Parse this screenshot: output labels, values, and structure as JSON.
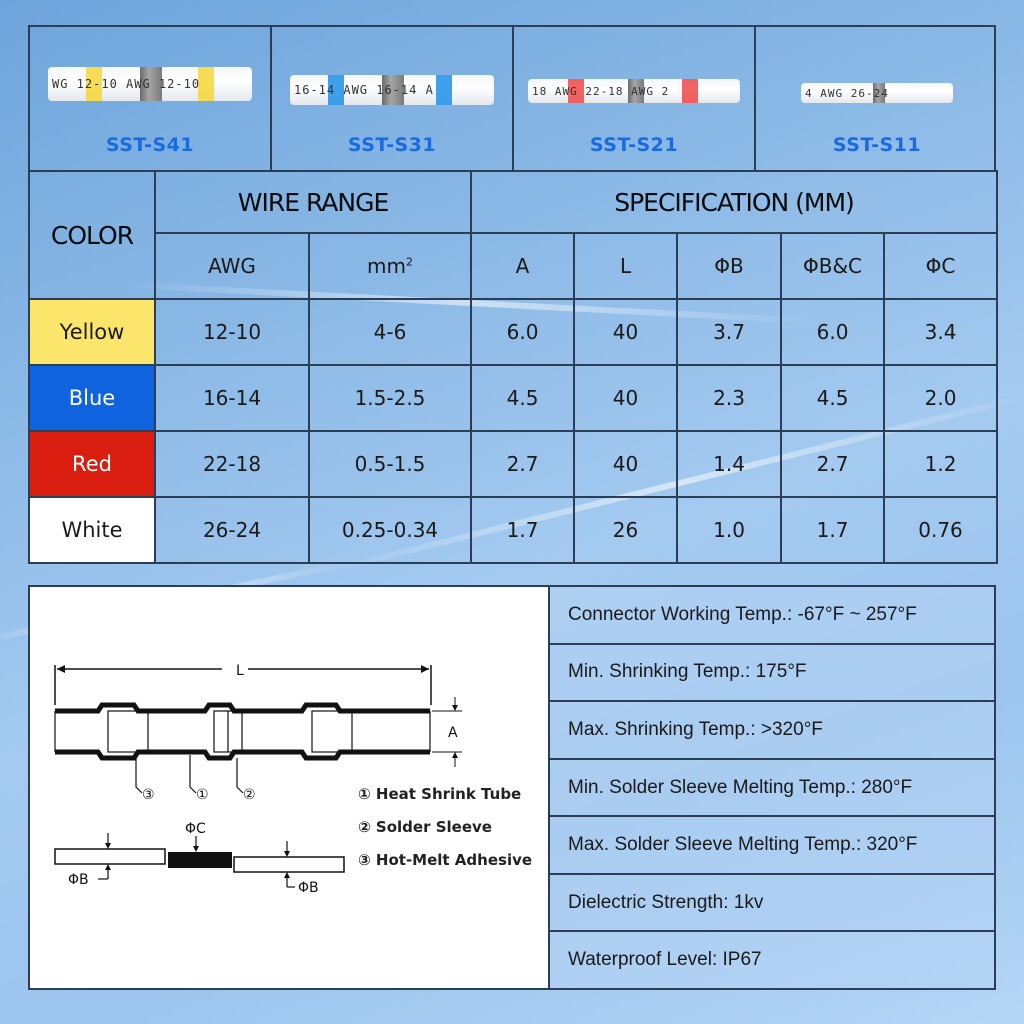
{
  "products": [
    {
      "sku": "SST-S41",
      "band_color": "#f5d736",
      "print": "WG 12-10 AWG 12-10"
    },
    {
      "sku": "SST-S31",
      "band_color": "#1e8fe8",
      "print": "16-14 AWG 16-14 A"
    },
    {
      "sku": "SST-S21",
      "band_color": "#f04848",
      "print": "18 AWG 22-18 AWG 2"
    },
    {
      "sku": "SST-S11",
      "band_color": "#9a9a9a",
      "print": "4 AWG 26-24"
    }
  ],
  "table": {
    "color_header": "COLOR",
    "wire_range_header": "WIRE RANGE",
    "spec_header": "SPECIFICATION (MM)",
    "sub_headers": {
      "awg": "AWG",
      "mm2": "mm",
      "mm2_sup": "2",
      "a": "A",
      "l": "L",
      "phi_b": "ΦB",
      "phi_bc": "ΦB&C",
      "phi_c": "ΦC"
    },
    "rows": [
      {
        "color": "Yellow",
        "swatch": "#fbe56a",
        "text_color": "#1a1a1a",
        "awg": "12-10",
        "mm2": "4-6",
        "a": "6.0",
        "l": "40",
        "phi_b": "3.7",
        "phi_bc": "6.0",
        "phi_c": "3.4"
      },
      {
        "color": "Blue",
        "swatch": "#0f63de",
        "text_color": "#ffffff",
        "awg": "16-14",
        "mm2": "1.5-2.5",
        "a": "4.5",
        "l": "40",
        "phi_b": "2.3",
        "phi_bc": "4.5",
        "phi_c": "2.0"
      },
      {
        "color": "Red",
        "swatch": "#d91d0e",
        "text_color": "#ffffff",
        "awg": "22-18",
        "mm2": "0.5-1.5",
        "a": "2.7",
        "l": "40",
        "phi_b": "1.4",
        "phi_bc": "2.7",
        "phi_c": "1.2"
      },
      {
        "color": "White",
        "swatch": "#ffffff",
        "text_color": "#1a1a1a",
        "awg": "26-24",
        "mm2": "0.25-0.34",
        "a": "1.7",
        "l": "26",
        "phi_b": "1.0",
        "phi_bc": "1.7",
        "phi_c": "0.76"
      }
    ]
  },
  "diagram": {
    "dim_l": "L",
    "dim_a": "A",
    "dim_phi_c": "ΦC",
    "dim_phi_b_left": "ΦB",
    "dim_phi_b_right": "ΦB",
    "callouts": [
      "③",
      "①",
      "②"
    ],
    "legend": [
      "① Heat Shrink Tube",
      "② Solder Sleeve",
      "③ Hot-Melt Adhesive"
    ]
  },
  "properties": [
    "Connector Working Temp.: -67°F ~ 257°F",
    "Min. Shrinking Temp.: 175°F",
    "Max. Shrinking Temp.: >320°F",
    "Min. Solder Sleeve Melting Temp.: 280°F",
    "Max. Solder Sleeve Melting Temp.: 320°F",
    "Dielectric Strength: 1kv",
    "Waterproof Level: IP67"
  ]
}
